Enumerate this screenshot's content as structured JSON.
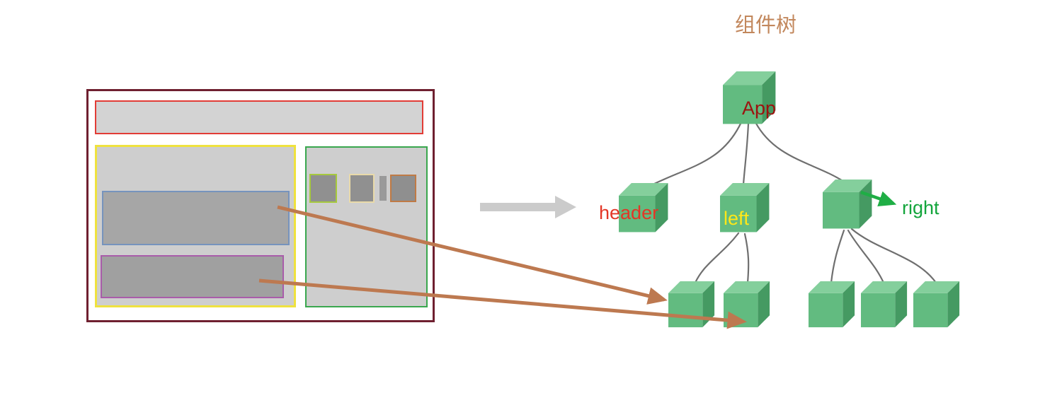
{
  "title": "组件树",
  "tree": {
    "root": {
      "label": "App",
      "label_color": "#9c120f"
    },
    "children": [
      {
        "label": "header",
        "label_color": "#e33626",
        "child_count": 0
      },
      {
        "label": "left",
        "label_color": "#ffe818",
        "child_count": 2
      },
      {
        "label": "right",
        "label_color": "#13a53c",
        "child_count": 3
      }
    ]
  },
  "wireframe": {
    "outline_color": "#6f2030",
    "blocks": [
      {
        "name": "header-bar",
        "border_color": "#e23c36"
      },
      {
        "name": "left-panel",
        "border_color": "#efe23e"
      },
      {
        "name": "left-panel-child-blue",
        "border_color": "#7693bd"
      },
      {
        "name": "left-panel-child-purple",
        "border_color": "#a95caa"
      },
      {
        "name": "right-panel",
        "border_color": "#39a74e"
      },
      {
        "name": "right-panel-item-1",
        "border_color": "#a6c93d"
      },
      {
        "name": "right-panel-item-2",
        "border_color": "#e9daa9"
      },
      {
        "name": "right-panel-item-3",
        "border_color": "#bf7a45"
      }
    ]
  },
  "colors": {
    "cube_top": "#84cf9c",
    "cube_front": "#62bb80",
    "cube_side": "#459a62",
    "connector": "#6f6f6f",
    "mapping_arrow": "#bd7950",
    "transform_arrow": "#cbcbcb",
    "green_pointer": "#1fae45",
    "title_color": "#c2875c"
  }
}
